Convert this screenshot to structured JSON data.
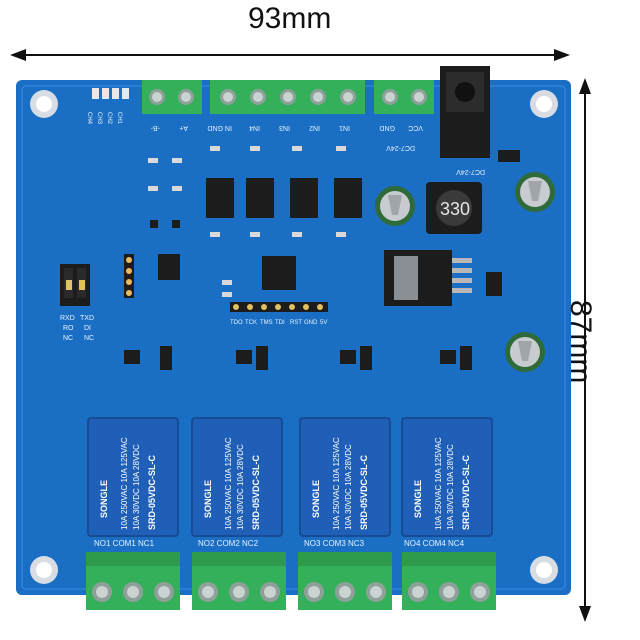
{
  "dimensions": {
    "width": "93mm",
    "height": "87mm"
  },
  "board": {
    "colors": {
      "pcb": "#1a6fc4",
      "pcb_dark": "#155ca6",
      "terminal": "#35b05a",
      "relay": "#1f5fb8",
      "ic": "#1c1c1c"
    },
    "top_terminal_labels": [
      "-B-",
      "A+",
      "IN GND",
      "IN4",
      "IN3",
      "IN2",
      "IN1",
      "GND",
      "VCC"
    ],
    "power_label": "DC7-24V",
    "channel_leds": [
      "CH1",
      "CH2",
      "CH3",
      "CH4"
    ],
    "jumper_labels": [
      "RXD",
      "TXD",
      "RO",
      "DI",
      "NC",
      "NC"
    ],
    "header_labels": [
      "TDO",
      "TCK",
      "TMS",
      "TDI",
      "RST",
      "GND",
      "5V"
    ],
    "inductor_label": "330",
    "relays": [
      {
        "brand": "SONGLE",
        "rating1": "10A 250VAC  10A 125VAC",
        "rating2": "10A 30VDC  10A 28VDC",
        "model": "SRD-05VDC-SL-C"
      },
      {
        "brand": "SONGLE",
        "rating1": "10A 250VAC  10A 125VAC",
        "rating2": "10A 30VDC  10A 28VDC",
        "model": "SRD-05VDC-SL-C"
      },
      {
        "brand": "SONGLE",
        "rating1": "10A 250VAC  10A 125VAC",
        "rating2": "10A 30VDC  10A 28VDC",
        "model": "SRD-05VDC-SL-C"
      },
      {
        "brand": "SONGLE",
        "rating1": "10A 250VAC  10A 125VAC",
        "rating2": "10A 30VDC  10A 28VDC",
        "model": "SRD-05VDC-SL-C"
      }
    ],
    "relay_terminal_labels": [
      "NO1 COM1 NC1",
      "NO2 COM2 NC2",
      "NO3 COM3 NC3",
      "NO4 COM4 NC4"
    ]
  }
}
